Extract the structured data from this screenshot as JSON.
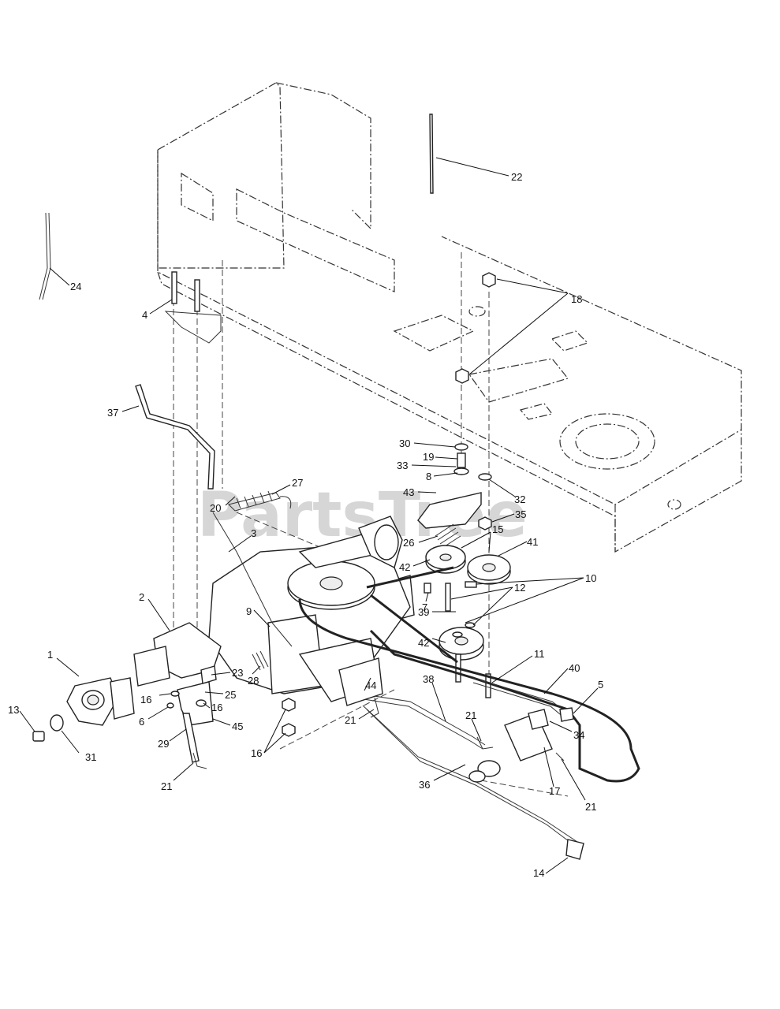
{
  "watermark": "PartsTree",
  "callouts": [
    {
      "id": "c1",
      "label": "1"
    },
    {
      "id": "c2",
      "label": "2"
    },
    {
      "id": "c3",
      "label": "3"
    },
    {
      "id": "c4",
      "label": "4"
    },
    {
      "id": "c5",
      "label": "5"
    },
    {
      "id": "c6",
      "label": "6"
    },
    {
      "id": "c7",
      "label": "7"
    },
    {
      "id": "c8",
      "label": "8"
    },
    {
      "id": "c9",
      "label": "9"
    },
    {
      "id": "c10",
      "label": "10"
    },
    {
      "id": "c11",
      "label": "11"
    },
    {
      "id": "c12",
      "label": "12"
    },
    {
      "id": "c13",
      "label": "13"
    },
    {
      "id": "c14",
      "label": "14"
    },
    {
      "id": "c15",
      "label": "15"
    },
    {
      "id": "c16a",
      "label": "16"
    },
    {
      "id": "c16b",
      "label": "16"
    },
    {
      "id": "c16c",
      "label": "16"
    },
    {
      "id": "c17",
      "label": "17"
    },
    {
      "id": "c18",
      "label": "18"
    },
    {
      "id": "c19",
      "label": "19"
    },
    {
      "id": "c20",
      "label": "20"
    },
    {
      "id": "c21a",
      "label": "21"
    },
    {
      "id": "c21b",
      "label": "21"
    },
    {
      "id": "c21c",
      "label": "21"
    },
    {
      "id": "c21d",
      "label": "21"
    },
    {
      "id": "c22",
      "label": "22"
    },
    {
      "id": "c23",
      "label": "23"
    },
    {
      "id": "c24",
      "label": "24"
    },
    {
      "id": "c25",
      "label": "25"
    },
    {
      "id": "c26",
      "label": "26"
    },
    {
      "id": "c27",
      "label": "27"
    },
    {
      "id": "c28",
      "label": "28"
    },
    {
      "id": "c29",
      "label": "29"
    },
    {
      "id": "c30",
      "label": "30"
    },
    {
      "id": "c31",
      "label": "31"
    },
    {
      "id": "c32",
      "label": "32"
    },
    {
      "id": "c33",
      "label": "33"
    },
    {
      "id": "c34",
      "label": "34"
    },
    {
      "id": "c35",
      "label": "35"
    },
    {
      "id": "c36",
      "label": "36"
    },
    {
      "id": "c37",
      "label": "37"
    },
    {
      "id": "c38",
      "label": "38"
    },
    {
      "id": "c39",
      "label": "39"
    },
    {
      "id": "c40",
      "label": "40"
    },
    {
      "id": "c41",
      "label": "41"
    },
    {
      "id": "c42a",
      "label": "42"
    },
    {
      "id": "c42b",
      "label": "42"
    },
    {
      "id": "c43",
      "label": "43"
    },
    {
      "id": "c44",
      "label": "44"
    },
    {
      "id": "c45",
      "label": "45"
    }
  ]
}
